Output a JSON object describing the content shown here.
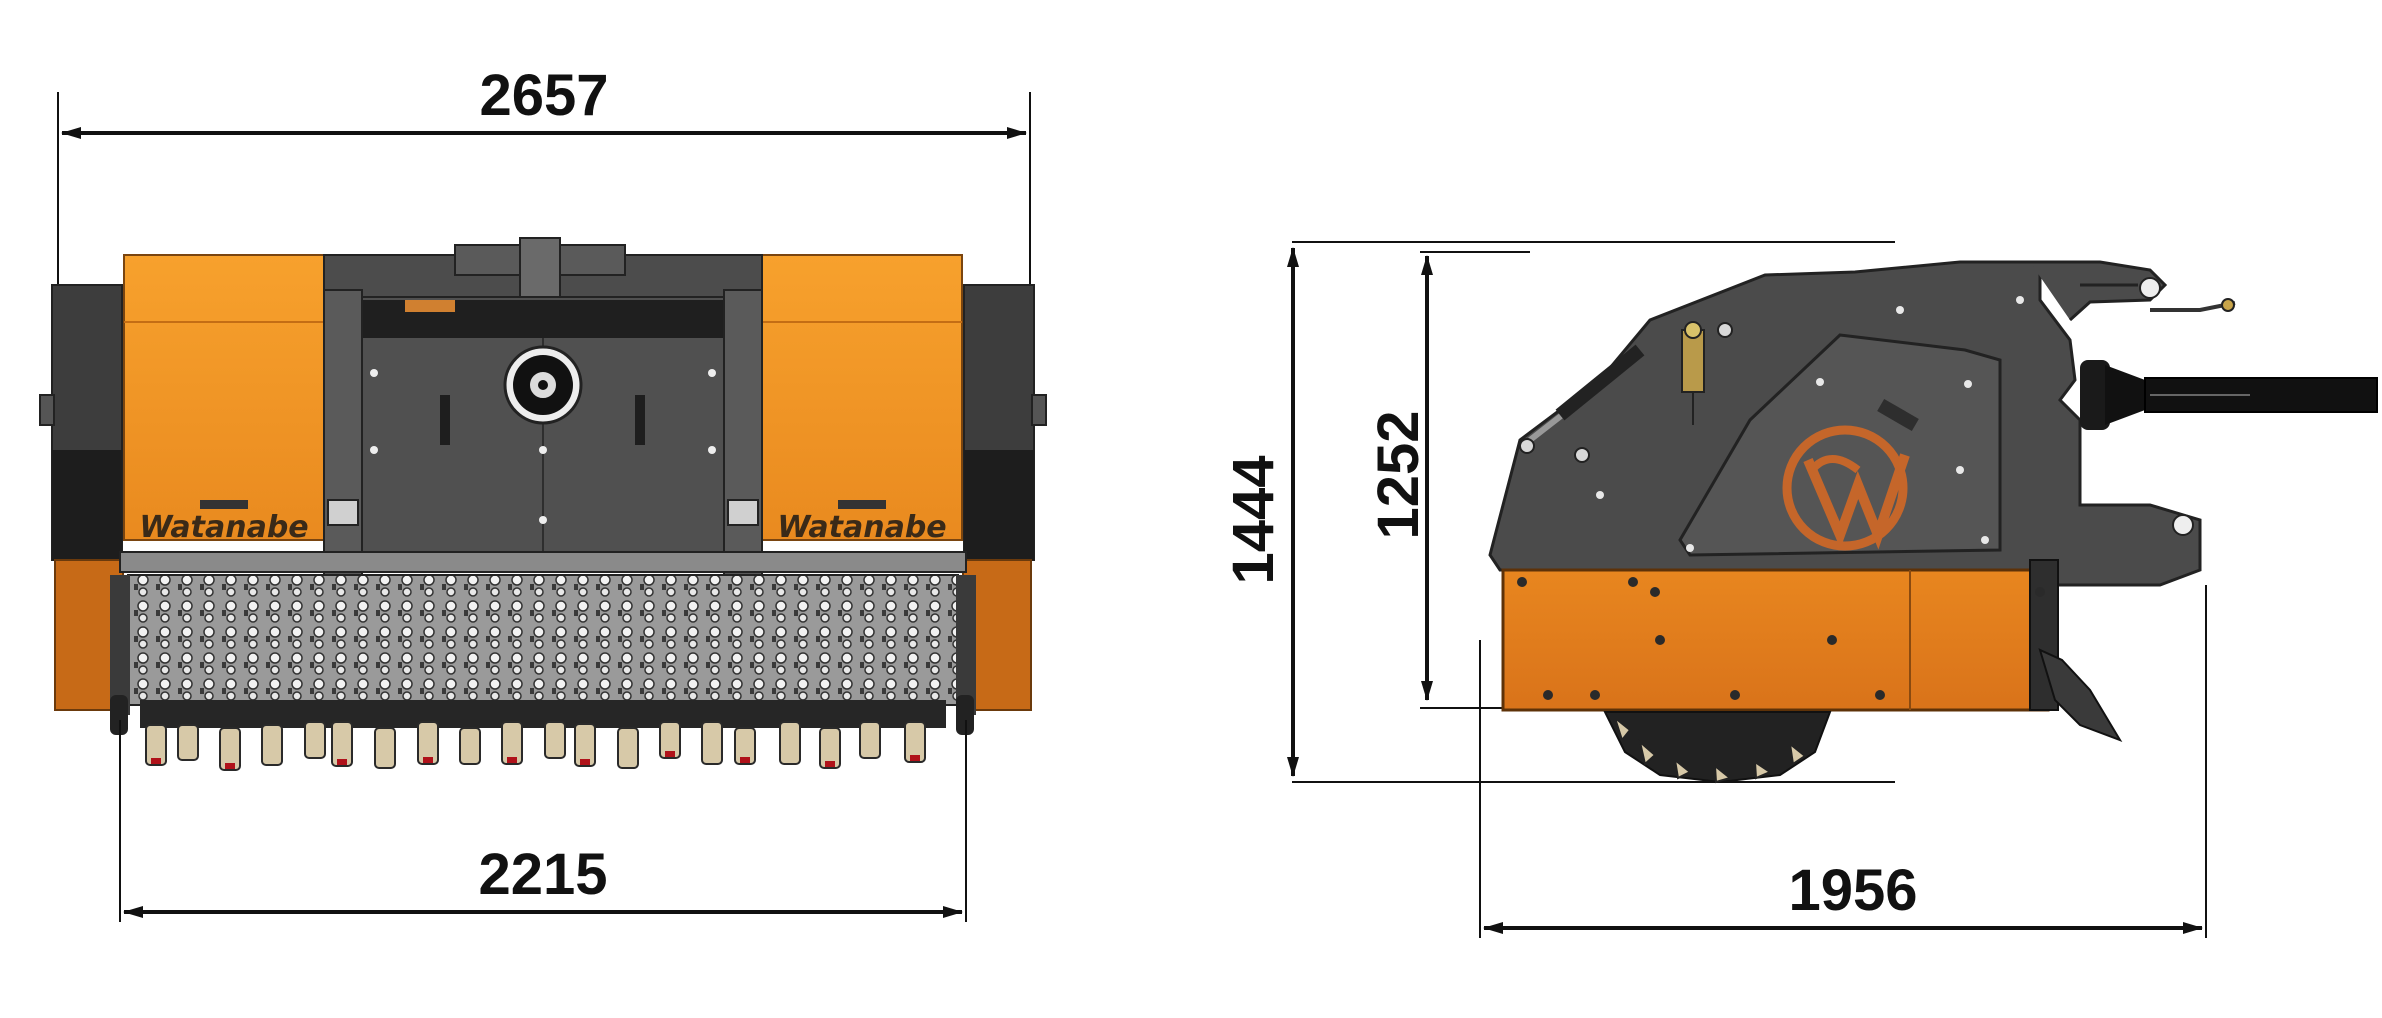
{
  "dimensions": {
    "front_overall_width": "2657",
    "front_working_width": "2215",
    "side_total_height": "1444",
    "side_body_height": "1252",
    "side_length": "1956"
  },
  "branding": {
    "left_panel_logo": "Watanabe",
    "right_panel_logo": "Watanabe"
  },
  "icons": {
    "side_emblem": "rw-emblem-icon"
  },
  "colors": {
    "orange": "#f39022",
    "orange_dark": "#e07c1e",
    "frame": "#4a4a4a",
    "frame_dark": "#2e2e2e",
    "dimension_line": "#111111"
  }
}
